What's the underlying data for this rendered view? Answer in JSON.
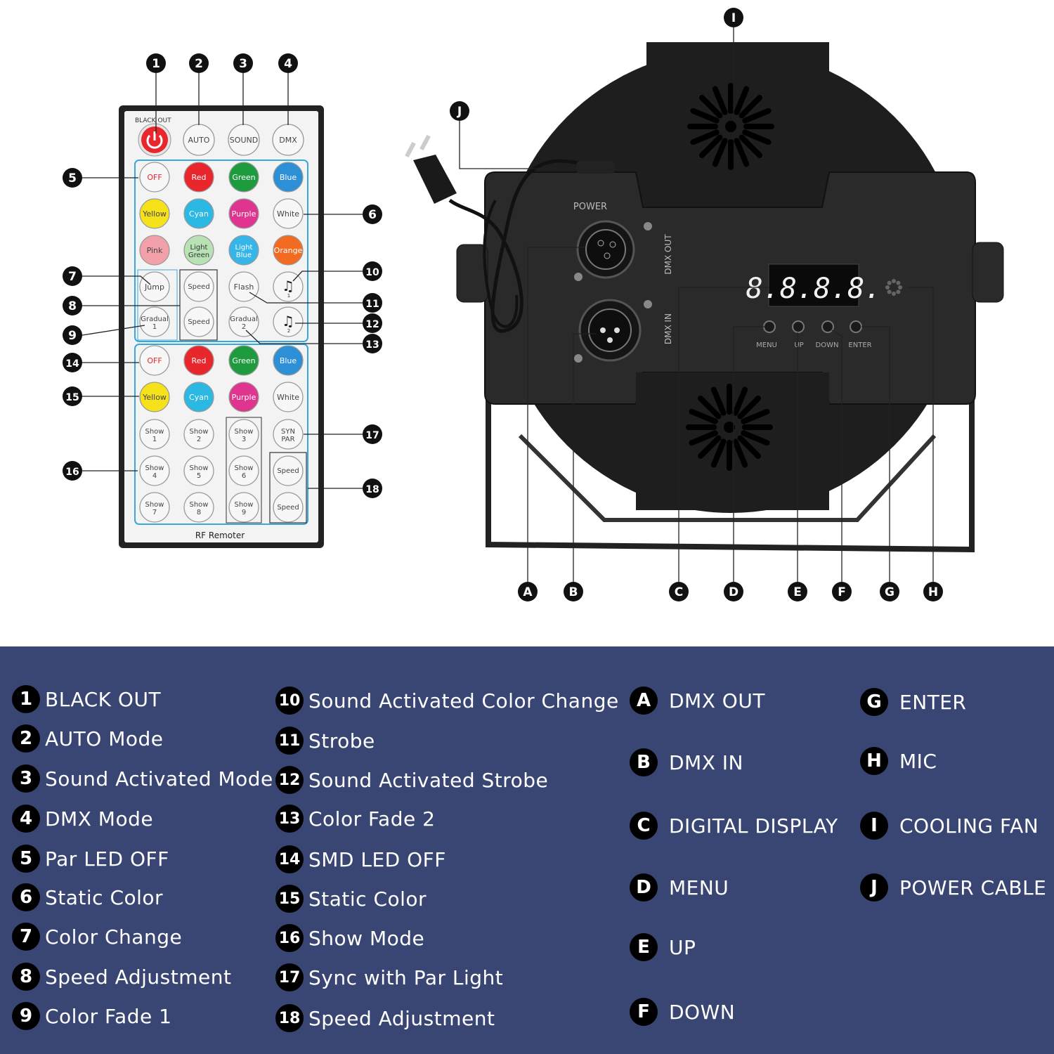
{
  "remote": {
    "label_blackout": "BLACK OUT",
    "label_auto": "AUTO",
    "label_sound": "SOUND",
    "label_dmx": "DMX",
    "footer": "RF Remoter",
    "upper_buttons": [
      "OFF",
      "Red",
      "Green",
      "Blue",
      "Yellow",
      "Cyan",
      "Purple",
      "White",
      "Pink",
      "Light Green",
      "Light Blue",
      "Orange"
    ],
    "mid_buttons": [
      "Jump",
      "Speed",
      "Flash",
      "1",
      "Gradual 1",
      "Speed",
      "Gradual 2",
      "2"
    ],
    "lower_buttons": [
      "OFF",
      "Red",
      "Green",
      "Blue",
      "Yellow",
      "Cyan",
      "Purple",
      "White"
    ],
    "show_buttons": [
      "Show 1",
      "Show 2",
      "Show 3",
      "SYN PAR",
      "Show 4",
      "Show 5",
      "Show 6",
      "Speed",
      "Show 7",
      "Show 8",
      "Show 9",
      "Speed"
    ],
    "colors": {
      "red": "#e8262b",
      "green": "#1f9b3f",
      "blue": "#2d8fd6",
      "yellow": "#f5e21b",
      "cyan": "#2bb8e2",
      "purple": "#e0358f",
      "pink": "#f2a0aa",
      "lightgreen": "#b8e2b4",
      "lightblue": "#36b6e8",
      "orange": "#f26b21",
      "frame": "#38a8d8"
    }
  },
  "device": {
    "power_label": "POWER",
    "dmx_out_label": "DMX OUT",
    "dmx_in_label": "DMX IN",
    "display_text": "8.8.8.8.",
    "menu_label": "MENU",
    "up_label": "UP",
    "down_label": "DOWN",
    "enter_label": "ENTER"
  },
  "remote_callouts": [
    "1",
    "2",
    "3",
    "4",
    "5",
    "6",
    "7",
    "8",
    "9",
    "10",
    "11",
    "12",
    "13",
    "14",
    "15",
    "16",
    "17",
    "18"
  ],
  "device_callouts": [
    "A",
    "B",
    "C",
    "D",
    "E",
    "F",
    "G",
    "H",
    "I",
    "J"
  ],
  "legend": {
    "col1": [
      {
        "n": "1",
        "text": "BLACK OUT"
      },
      {
        "n": "2",
        "text": "AUTO Mode"
      },
      {
        "n": "3",
        "text": "Sound Activated Mode"
      },
      {
        "n": "4",
        "text": "DMX Mode"
      },
      {
        "n": "5",
        "text": "Par LED OFF"
      },
      {
        "n": "6",
        "text": "Static Color"
      },
      {
        "n": "7",
        "text": "Color Change"
      },
      {
        "n": "8",
        "text": "Speed Adjustment"
      },
      {
        "n": "9",
        "text": "Color Fade 1"
      }
    ],
    "col2": [
      {
        "n": "10",
        "text": "Sound Activated Color Change"
      },
      {
        "n": "11",
        "text": "Strobe"
      },
      {
        "n": "12",
        "text": "Sound Activated Strobe"
      },
      {
        "n": "13",
        "text": "Color Fade 2"
      },
      {
        "n": "14",
        "text": "SMD LED OFF"
      },
      {
        "n": "15",
        "text": "Static Color"
      },
      {
        "n": "16",
        "text": "Show Mode"
      },
      {
        "n": "17",
        "text": "Sync with Par Light"
      },
      {
        "n": "18",
        "text": "Speed Adjustment"
      }
    ],
    "col3": [
      {
        "n": "A",
        "text": "DMX OUT"
      },
      {
        "n": "B",
        "text": "DMX IN"
      },
      {
        "n": "C",
        "text": "DIGITAL DISPLAY"
      },
      {
        "n": "D",
        "text": "MENU"
      },
      {
        "n": "E",
        "text": "UP"
      },
      {
        "n": "F",
        "text": "DOWN"
      }
    ],
    "col4": [
      {
        "n": "G",
        "text": "ENTER"
      },
      {
        "n": "H",
        "text": "MIC"
      },
      {
        "n": "I",
        "text": "COOLING FAN"
      },
      {
        "n": "J",
        "text": "POWER CABLE"
      }
    ]
  }
}
